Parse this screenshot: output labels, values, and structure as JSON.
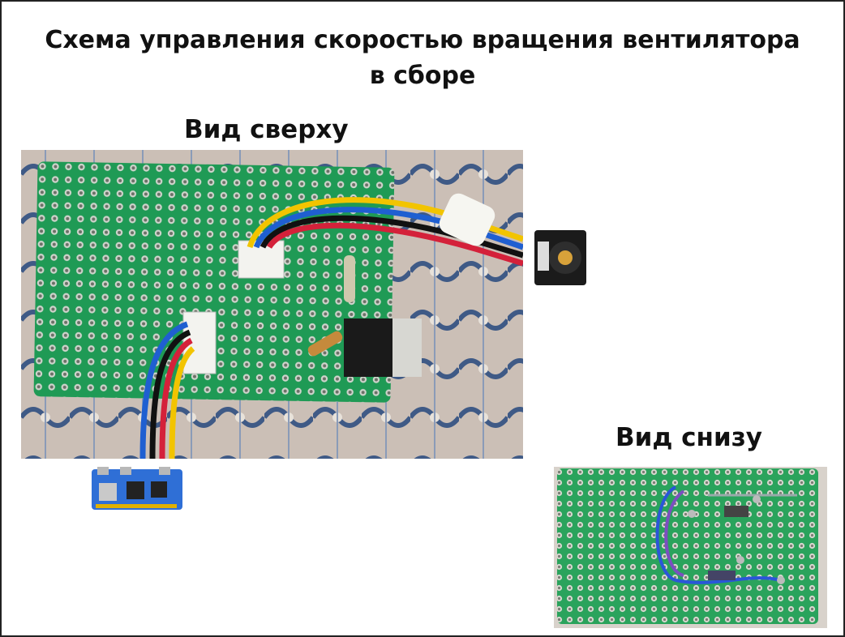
{
  "slide": {
    "title_line1": "Схема управления скоростью вращения вентилятора",
    "title_line2": "в сборе",
    "top_view_label": "Вид сверху",
    "bottom_view_label": "Вид снизу"
  },
  "images": {
    "top_view_photo": "pcb-top-view-photo",
    "bottom_view_photo": "pcb-bottom-view-photo",
    "fan_photo": "cooling-fan-photo",
    "board_photo": "single-board-computer-photo"
  },
  "colors": {
    "pcb_green": "#1f9a55",
    "wire_yellow": "#f2c400",
    "wire_red": "#d4213a",
    "wire_blue": "#1f5fd1",
    "wire_black": "#111111"
  }
}
